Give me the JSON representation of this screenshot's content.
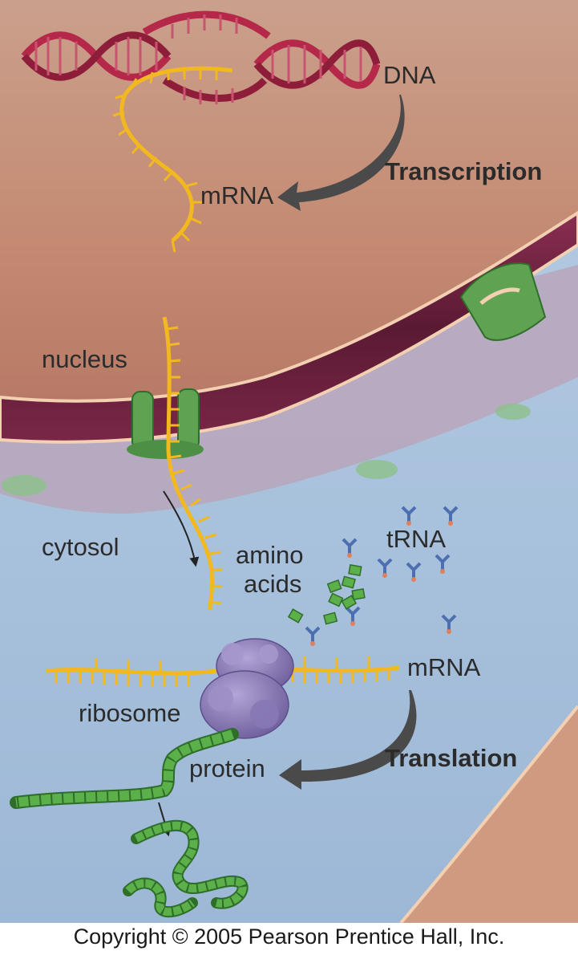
{
  "labels": {
    "dna": "DNA",
    "transcription": "Transcription",
    "mrna_top": "mRNA",
    "nucleus": "nucleus",
    "cytosol": "cytosol",
    "amino_acids_line1": "amino",
    "amino_acids_line2": "acids",
    "trna": "tRNA",
    "mrna_bottom": "mRNA",
    "ribosome": "ribosome",
    "translation": "Translation",
    "protein": "protein"
  },
  "copyright": "Copyright © 2005 Pearson Prentice Hall, Inc.",
  "colors": {
    "nucleoplasm": "#c99079",
    "cytosol": "#a9c3de",
    "nuclear_envelope": "#6b1f3b",
    "dna": "#b5284a",
    "mrna": "#f2b81f",
    "pore": "#5fa352",
    "ribosome": "#8a77b3",
    "protein": "#4f9c3e",
    "arrow": "#4a4a4a"
  }
}
